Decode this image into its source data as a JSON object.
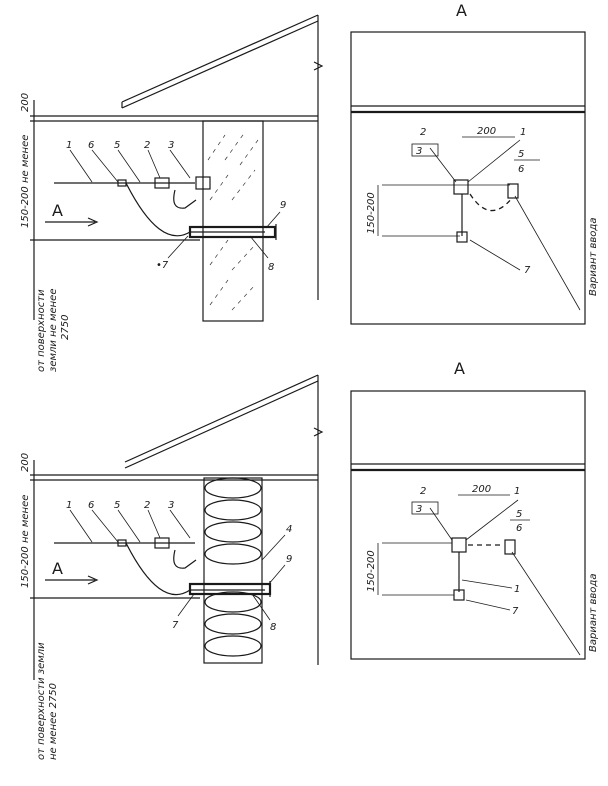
{
  "top": {
    "left": {
      "dim_top": "200",
      "dim_side": "150-200 не менее",
      "ground_note_line1": "от поверхности",
      "ground_note_line2": "земли не менее",
      "ground_note_line3": "2750",
      "arrow_label": "A",
      "labels": [
        "1",
        "6",
        "5",
        "2",
        "3",
        "9",
        "•7",
        "8"
      ]
    },
    "right": {
      "view_title": "A",
      "dim_200": "200",
      "dim_side": "150-200",
      "variant_label": "Вариант ввода",
      "labels": [
        "2",
        "3",
        "1",
        "5",
        "6",
        "7"
      ]
    }
  },
  "bottom": {
    "left": {
      "dim_top": "200",
      "dim_side": "150-200 не менее",
      "ground_note_line1": "от поверхности земли",
      "ground_note_line2": "не менее 2750",
      "arrow_label": "A",
      "labels": [
        "1",
        "6",
        "5",
        "2",
        "3",
        "4",
        "9",
        "7",
        "8"
      ]
    },
    "right": {
      "view_title": "A",
      "dim_200": "200",
      "dim_side": "150-200",
      "variant_label": "Вариант ввода",
      "labels": [
        "2",
        "3",
        "1",
        "5",
        "6",
        "1",
        "7"
      ]
    }
  }
}
